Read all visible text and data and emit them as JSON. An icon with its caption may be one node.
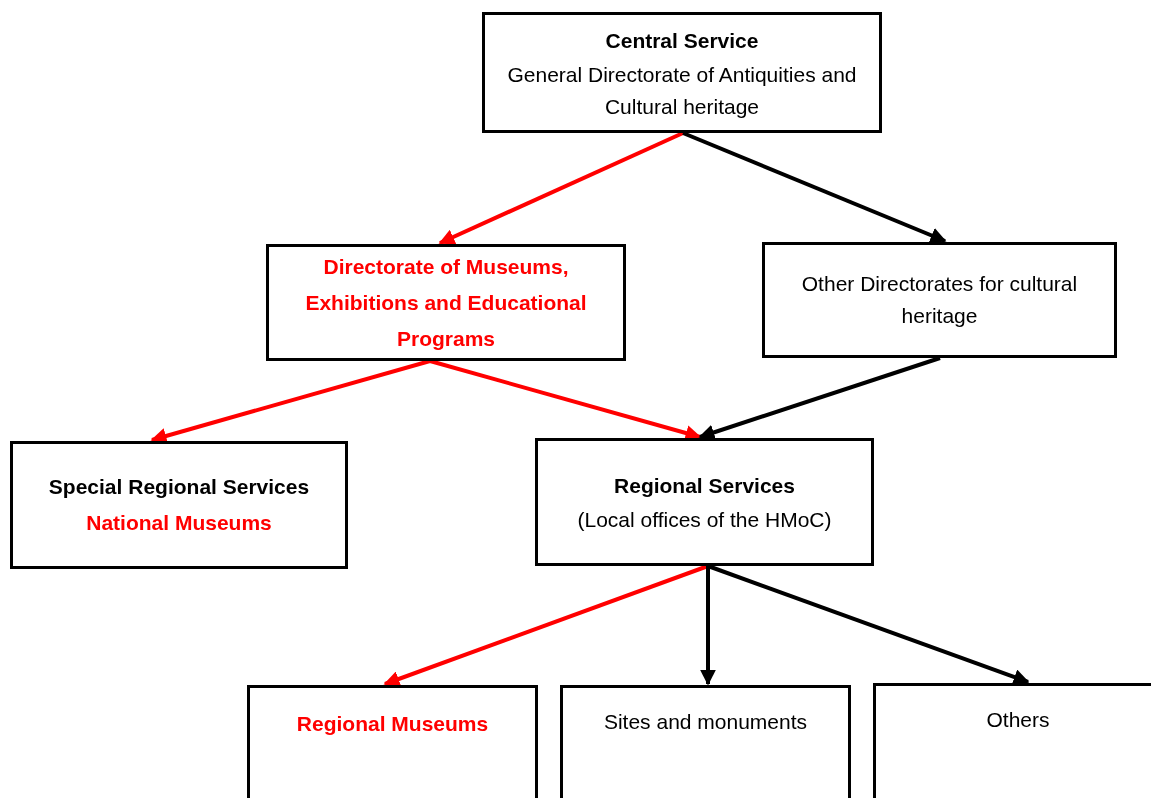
{
  "diagram": {
    "nodes": [
      {
        "text": [
          "Central Service",
          "General Directorate of Antiquities and Cultural heritage"
        ]
      },
      {
        "text": [
          "Directorate of Museums, Exhibitions and Educational Programs"
        ]
      },
      {
        "text": [
          "Other Directorates for cultural heritage"
        ]
      },
      {
        "text": [
          "Special Regional Services",
          "National Museums"
        ]
      },
      {
        "text": [
          "Regional Services",
          "(Local offices of the HMoC)"
        ]
      },
      {
        "text": [
          "Regional Museums"
        ]
      },
      {
        "text": [
          "Sites and monuments"
        ]
      },
      {
        "text": [
          "Others"
        ]
      }
    ],
    "edges": [
      {
        "from": 0,
        "to": 1,
        "arrow": "to",
        "color": "#ff0000"
      },
      {
        "from": 0,
        "to": 2,
        "arrow": "to",
        "color": "#000000"
      },
      {
        "from": 1,
        "to": 3,
        "arrow": "to",
        "color": "#ff0000"
      },
      {
        "from": 1,
        "to": 4,
        "arrow": "to",
        "color": "#ff0000"
      },
      {
        "from": 2,
        "to": 4,
        "arrow": "to",
        "color": "#000000"
      },
      {
        "from": 4,
        "to": 5,
        "arrow": "to",
        "color": "#ff0000"
      },
      {
        "from": 4,
        "to": 6,
        "arrow": "to",
        "color": "#000000"
      },
      {
        "from": 4,
        "to": 7,
        "arrow": "to",
        "color": "#000000"
      }
    ]
  }
}
